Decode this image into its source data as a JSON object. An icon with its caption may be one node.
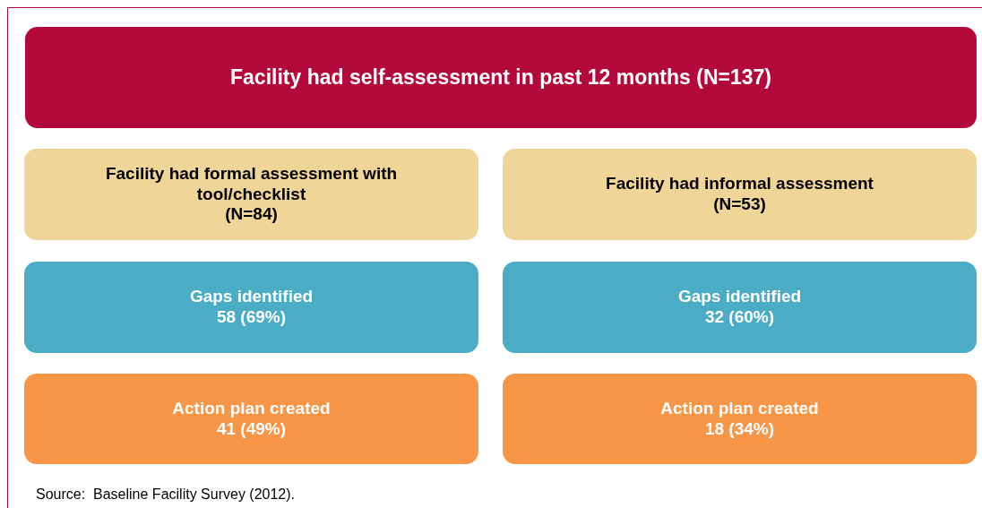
{
  "diagram": {
    "caption": "Source:  Baseline Facility Survey (2012).",
    "nodes": [
      {
        "text": [
          "Facility had self-assessment in past 12 months (N=137)"
        ]
      },
      {
        "text": [
          "Facility had formal assessment with tool/checklist",
          "(N=84)"
        ]
      },
      {
        "text": [
          "Facility had informal assessment",
          "(N=53)"
        ]
      },
      {
        "text": [
          "Gaps identified",
          "58 (69%)"
        ]
      },
      {
        "text": [
          "Gaps identified",
          "32 (60%)"
        ]
      },
      {
        "text": [
          "Action plan created",
          "41 (49%)"
        ]
      },
      {
        "text": [
          "Action plan created",
          "18 (34%)"
        ]
      }
    ]
  }
}
